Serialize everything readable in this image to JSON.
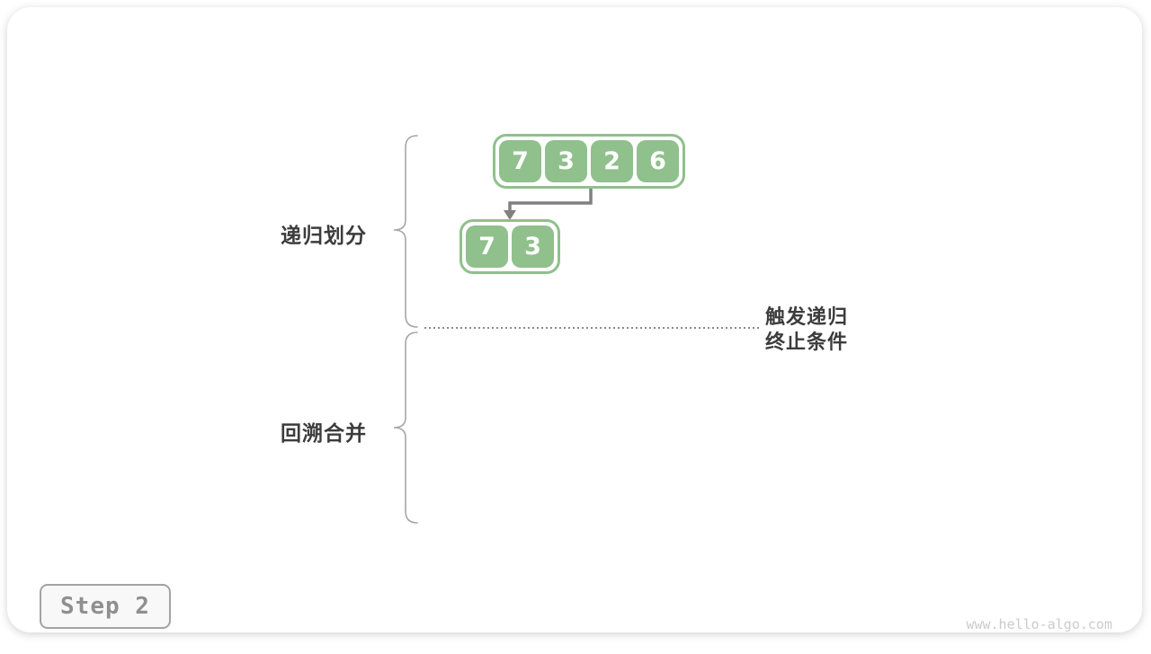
{
  "diagram": {
    "left_labels": [
      {
        "label": "递归划分"
      },
      {
        "label": "回溯合并"
      }
    ],
    "top_array": {
      "values": [
        "7",
        "3",
        "2",
        "6"
      ]
    },
    "sub_array": {
      "values": [
        "7",
        "3"
      ]
    },
    "annotation": {
      "line1": "触发递归",
      "line2": "终止条件"
    },
    "colors": {
      "cell_green": "#90c08c",
      "arrow_gray": "#808080",
      "brace_gray": "#a6a6a6",
      "dotted_line_gray": "#8a8a8a",
      "label_dark": "#3c3c3c"
    }
  },
  "footer": {
    "step_label": "Step 2",
    "watermark": "www.hello-algo.com",
    "badge_border": "#a3a3a3",
    "badge_text": "#8f8f8f"
  }
}
